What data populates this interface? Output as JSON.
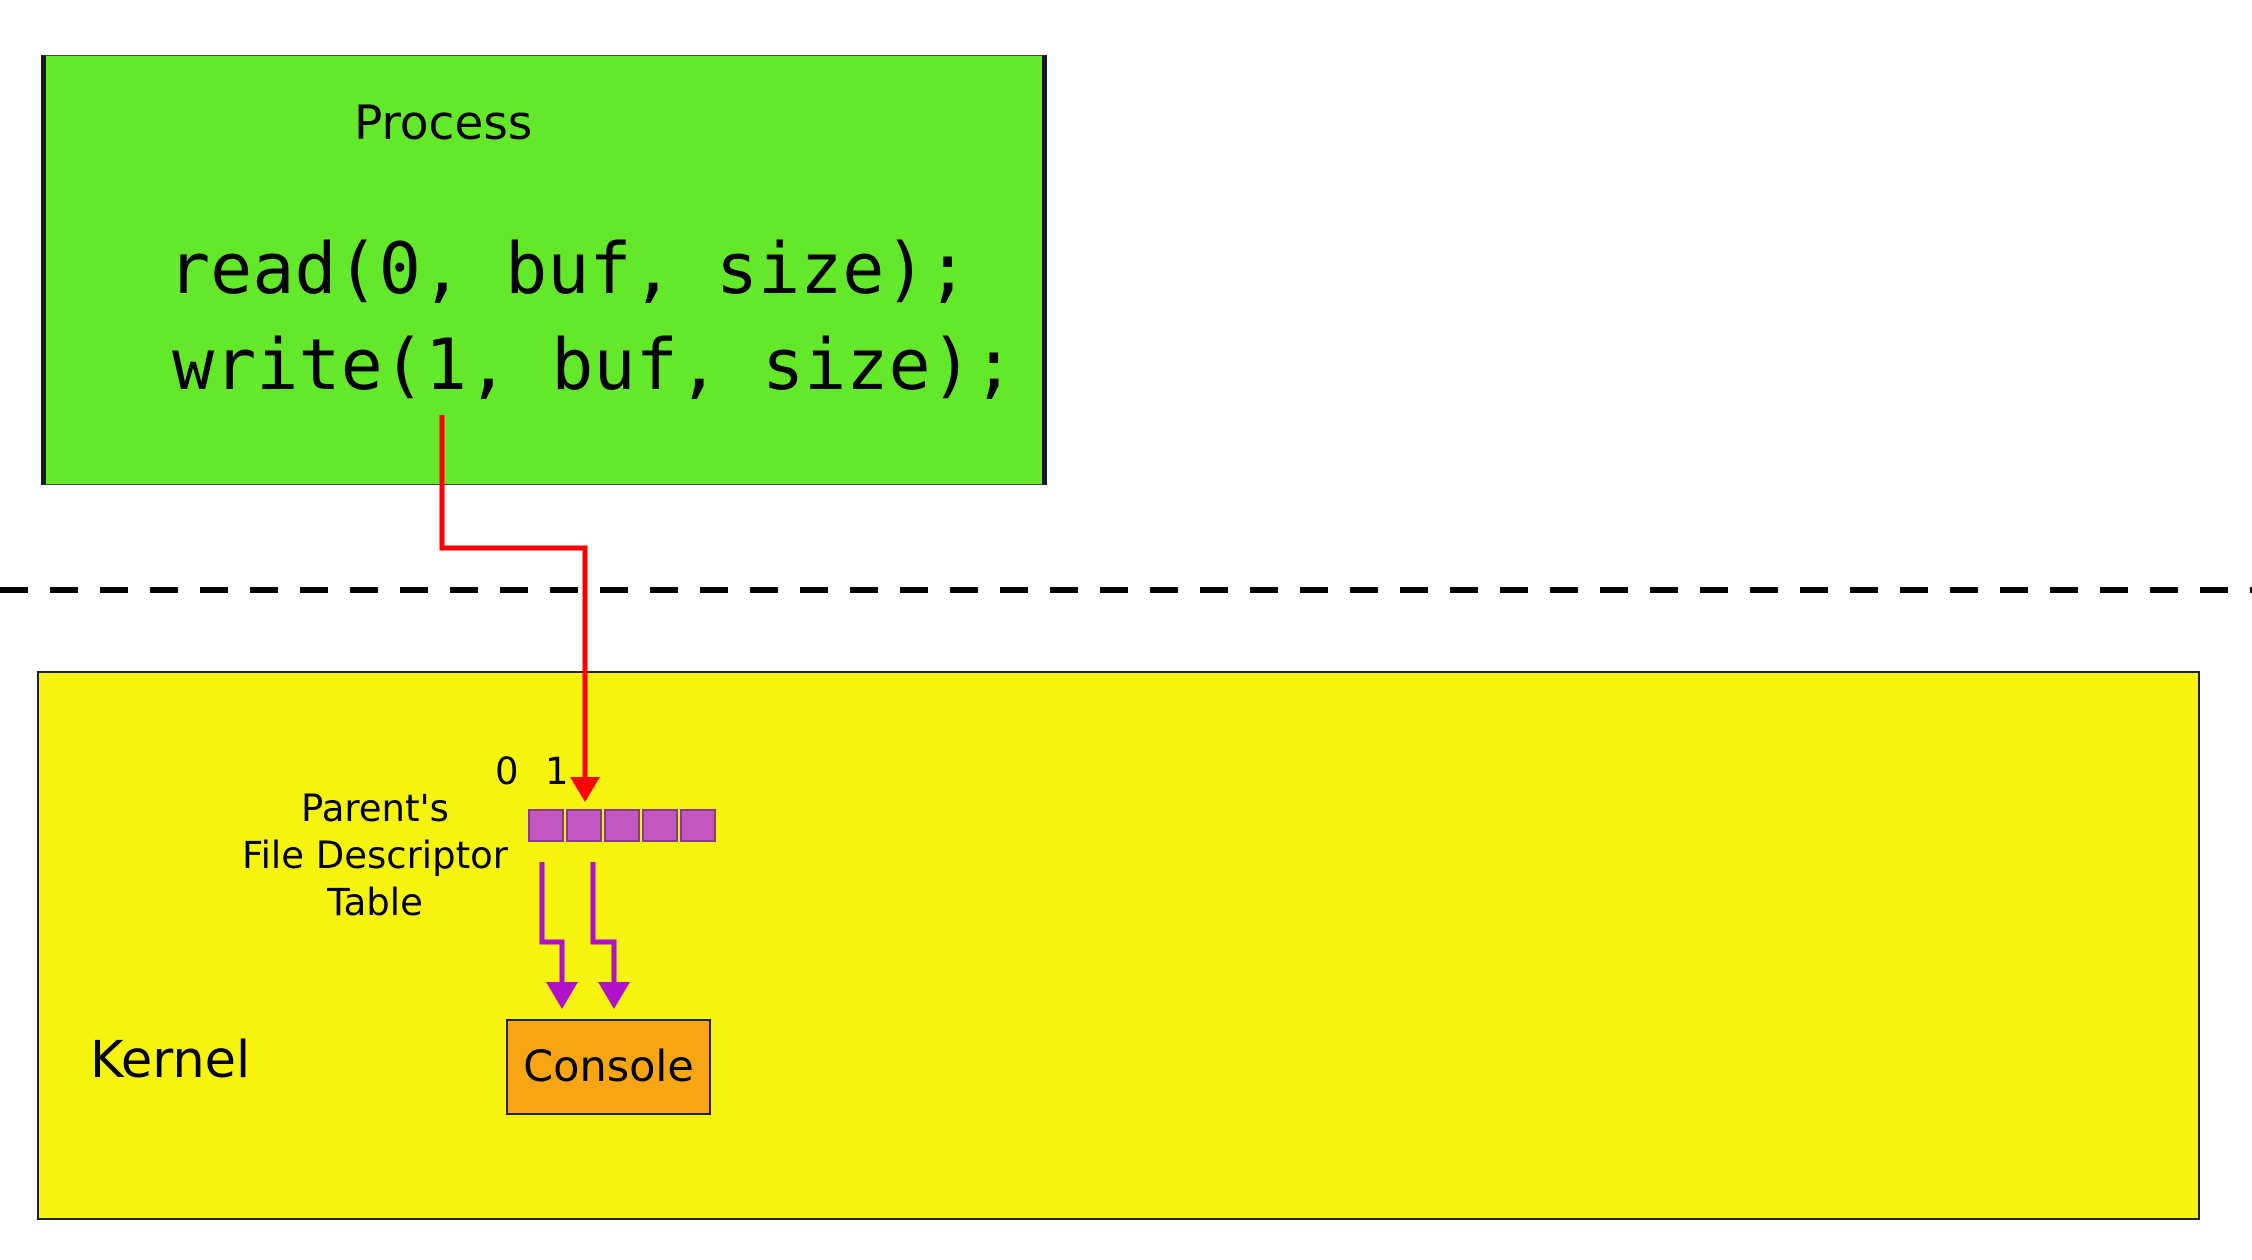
{
  "process": {
    "title": "Process",
    "code_lines": [
      "read(0, buf, size);",
      "write(1, buf, size);"
    ]
  },
  "kernel": {
    "label": "Kernel",
    "fd_table": {
      "label_lines": [
        "Parent's",
        "File Descriptor",
        "Table"
      ],
      "indices": [
        "0",
        "1"
      ],
      "slot_count": 5
    },
    "console_label": "Console"
  },
  "colors": {
    "process_bg": "#63e92a",
    "kernel_bg": "#f6f40f",
    "console_bg": "#f7a512",
    "fd_cell": "#c357c2",
    "write_arrow": "#ff0000",
    "fd_arrows": "#b010c8",
    "boundary_line": "#000000"
  }
}
